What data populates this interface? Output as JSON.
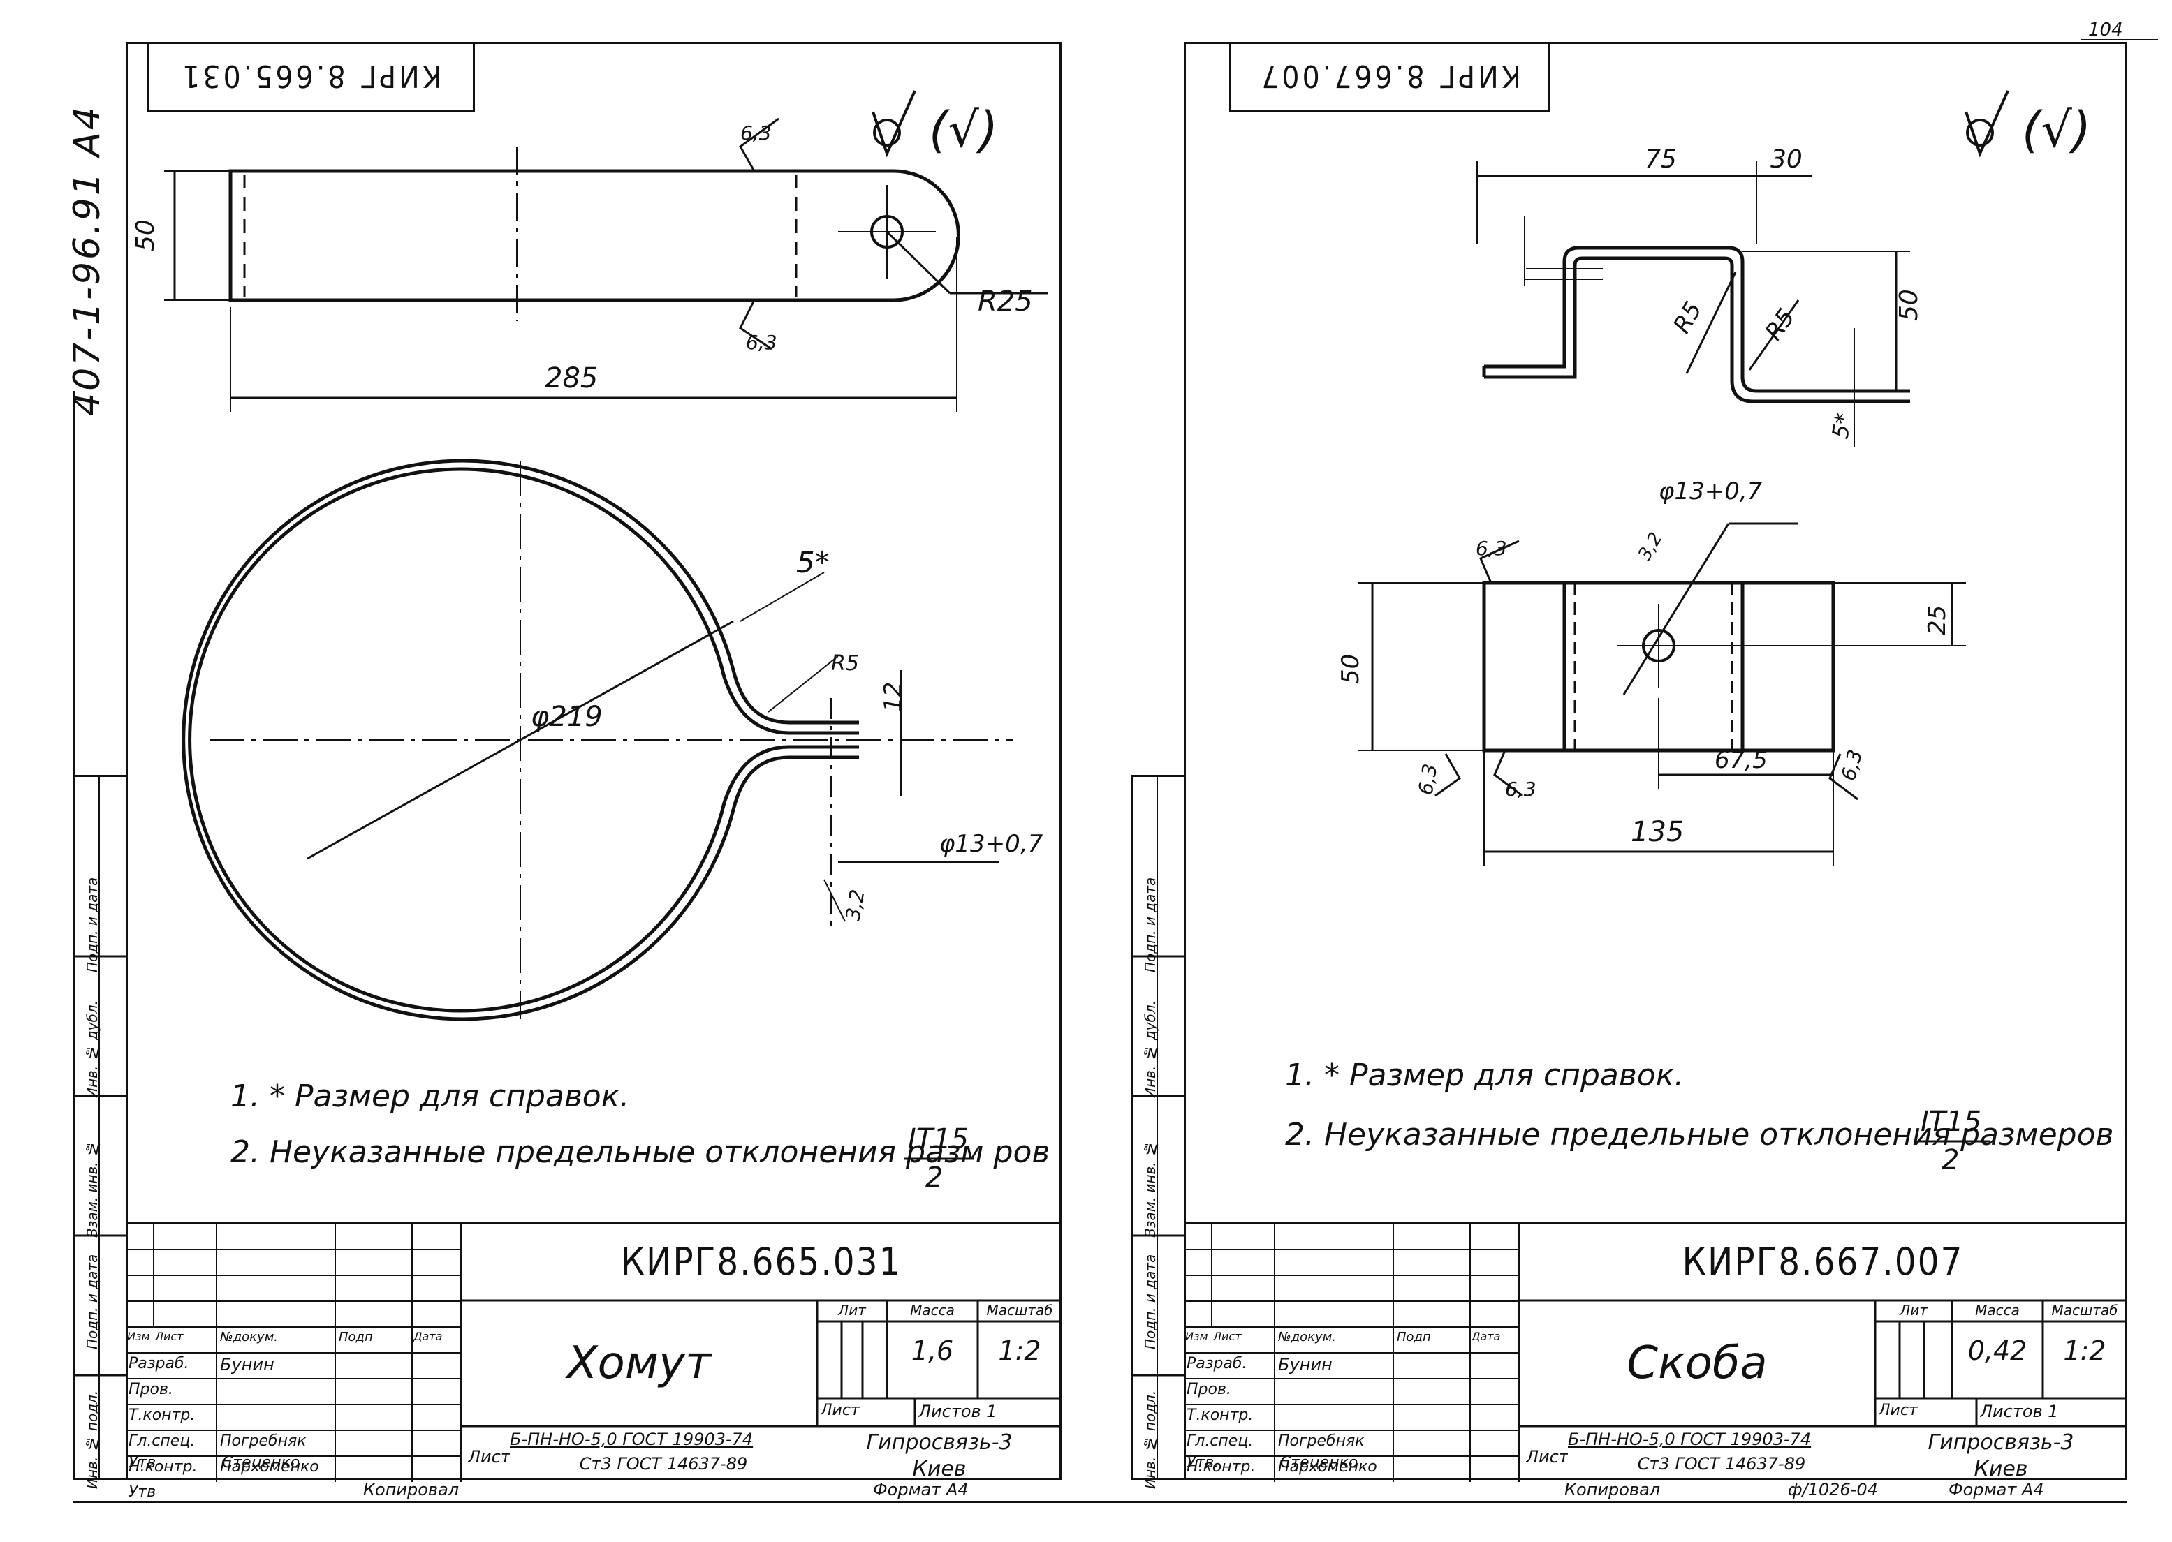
{
  "page_number": "104",
  "side_designation": "407-1-96.91  А4",
  "left": {
    "rotated_code": "КИРГ 8.665.031",
    "roughness": "(√)",
    "dims": {
      "d50": "50",
      "d285": "285",
      "r25": "R25",
      "r6_3a": "6,3",
      "r6_3b": "6,3",
      "d5star": "5*",
      "dia219": "φ219",
      "r5": "R5",
      "d12": "12",
      "hole": "φ13+0,7",
      "d3_2": "3,2"
    },
    "notes": [
      "1. * Размер для справок.",
      "2. Неуказанные предельные отклонения разм ров – ±"
    ],
    "tol_num": "IT15",
    "tol_den": "2",
    "title": {
      "code": "КИРГ8.665.031",
      "name": "Хомут",
      "col_headers": [
        "Изм",
        "Лист",
        "№докум.",
        "Подп",
        "Дата"
      ],
      "roles": [
        "Разраб.",
        "Пров.",
        "Т.контр.",
        "Гл.спец.",
        "Н.контр.",
        "Утв"
      ],
      "people": [
        "Бунин",
        "",
        "",
        "Погребняк",
        "Пархоменко",
        "Стеценко"
      ],
      "lit_label": "Лит",
      "mass_label": "Масса",
      "scale_label": "Масштаб",
      "mass": "1,6",
      "scale": "1:2",
      "sheet_label": "Лист",
      "sheets_label": "Листов 1",
      "material_prefix": "Лист",
      "material_top": "Б-ПН-НО-5,0 ГОСТ 19903-74",
      "material_bottom": "Ст3 ГОСТ 14637-89",
      "org": "Гипросвязь-3",
      "city": "Киев",
      "copied": "Копировал",
      "format": "Формат  А4"
    },
    "side_stamp": [
      "Подп. и дата",
      "Инв. № дубл.",
      "Взам. инв. №",
      "Подп. и дата",
      "Инв. № подл."
    ]
  },
  "right": {
    "rotated_code": "КИРГ 8.667.007",
    "roughness": "(√)",
    "dims": {
      "d75": "75",
      "d30": "30",
      "d50": "50",
      "r5a": "R5",
      "r5b": "R5",
      "d5star": "5*",
      "hole": "φ13+0,7",
      "d3_2": "3,2",
      "r6_3a": "6,3",
      "r6_3b": "6,3",
      "r6_3c": "6,3",
      "r6_3d": "6,3",
      "d50b": "50",
      "d25": "25",
      "d67_5": "67,5",
      "d135": "135"
    },
    "notes": [
      "1. * Размер для справок.",
      "2. Неуказанные предельные отклонения размеров – ±"
    ],
    "tol_num": "IT15",
    "tol_den": "2",
    "title": {
      "code": "КИРГ8.667.007",
      "name": "Скоба",
      "col_headers": [
        "Изм",
        "Лист",
        "№докум.",
        "Подп",
        "Дата"
      ],
      "roles": [
        "Разраб.",
        "Пров.",
        "Т.контр.",
        "Гл.спец.",
        "Н.контр.",
        "Утв."
      ],
      "people": [
        "Бунин",
        "",
        "",
        "Погребняк",
        "Пархоменко",
        "Стеценко"
      ],
      "lit_label": "Лит",
      "mass_label": "Масса",
      "scale_label": "Масштаб",
      "mass": "0,42",
      "scale": "1:2",
      "sheet_label": "Лист",
      "sheets_label": "Листов 1",
      "material_prefix": "Лист",
      "material_top": "Б-ПН-НО-5,0 ГОСТ 19903-74",
      "material_bottom": "Ст3 ГОСТ 14637-89",
      "org": "Гипросвязь-3",
      "city": "Киев",
      "copied": "Копировал",
      "copy_no": "ф/1026-04",
      "format": "Формат  А4"
    },
    "side_stamp": [
      "Подп. и дата",
      "Инв. № дубл.",
      "Взам. инв. №",
      "Подп. и дата",
      "Инв. № подл."
    ]
  }
}
